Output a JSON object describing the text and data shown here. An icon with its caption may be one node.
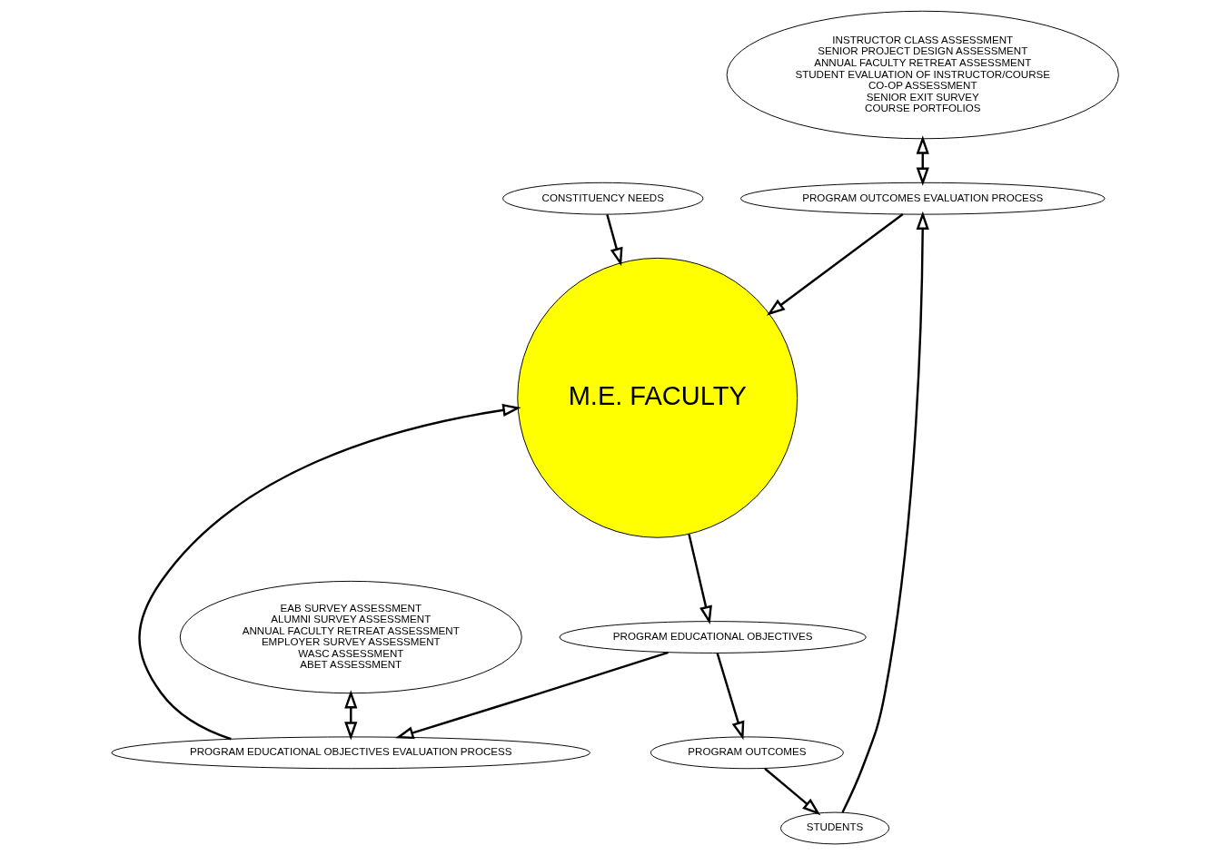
{
  "diagram": {
    "nodes": [
      {
        "text": [
          "INSTRUCTOR CLASS ASSESSMENT",
          "SENIOR PROJECT DESIGN ASSESSMENT",
          "ANNUAL FACULTY RETREAT ASSESSMENT",
          "STUDENT EVALUATION OF INSTRUCTOR/COURSE",
          "CO-OP ASSESSMENT",
          "SENIOR EXIT SURVEY",
          "COURSE PORTFOLIOS"
        ]
      },
      {
        "text": [
          "CONSTITUENCY NEEDS"
        ]
      },
      {
        "text": [
          "EAB SURVEY ASSESSMENT",
          "ALUMNI SURVEY ASSESSMENT",
          "ANNUAL FACULTY RETREAT ASSESSMENT",
          "EMPLOYER SURVEY ASSESSMENT",
          "WASC ASSESSMENT",
          "ABET ASSESSMENT"
        ]
      },
      {
        "text": [
          "PROGRAM OUTCOMES EVALUATION PROCESS"
        ]
      },
      {
        "text": [
          "M.E. FACULTY"
        ]
      },
      {
        "text": [
          "PROGRAM EDUCATIONAL OBJECTIVES EVALUATION PROCESS"
        ]
      },
      {
        "text": [
          "STUDENTS"
        ]
      },
      {
        "text": [
          "PROGRAM EDUCATIONAL OBJECTIVES"
        ]
      },
      {
        "text": [
          "PROGRAM OUTCOMES"
        ]
      }
    ],
    "edges": [
      {
        "from": 0,
        "to": 3,
        "arrow": "both"
      },
      {
        "from": 1,
        "to": 4,
        "arrow": "to"
      },
      {
        "from": 3,
        "to": 4,
        "arrow": "to"
      },
      {
        "from": 2,
        "to": 5,
        "arrow": "both"
      },
      {
        "from": 5,
        "to": 4,
        "arrow": "to"
      },
      {
        "from": 4,
        "to": 7,
        "arrow": "to"
      },
      {
        "from": 7,
        "to": 5,
        "arrow": "to"
      },
      {
        "from": 7,
        "to": 8,
        "arrow": "to"
      },
      {
        "from": 8,
        "to": 6,
        "arrow": "to"
      },
      {
        "from": 6,
        "to": 3,
        "arrow": "to"
      }
    ]
  }
}
